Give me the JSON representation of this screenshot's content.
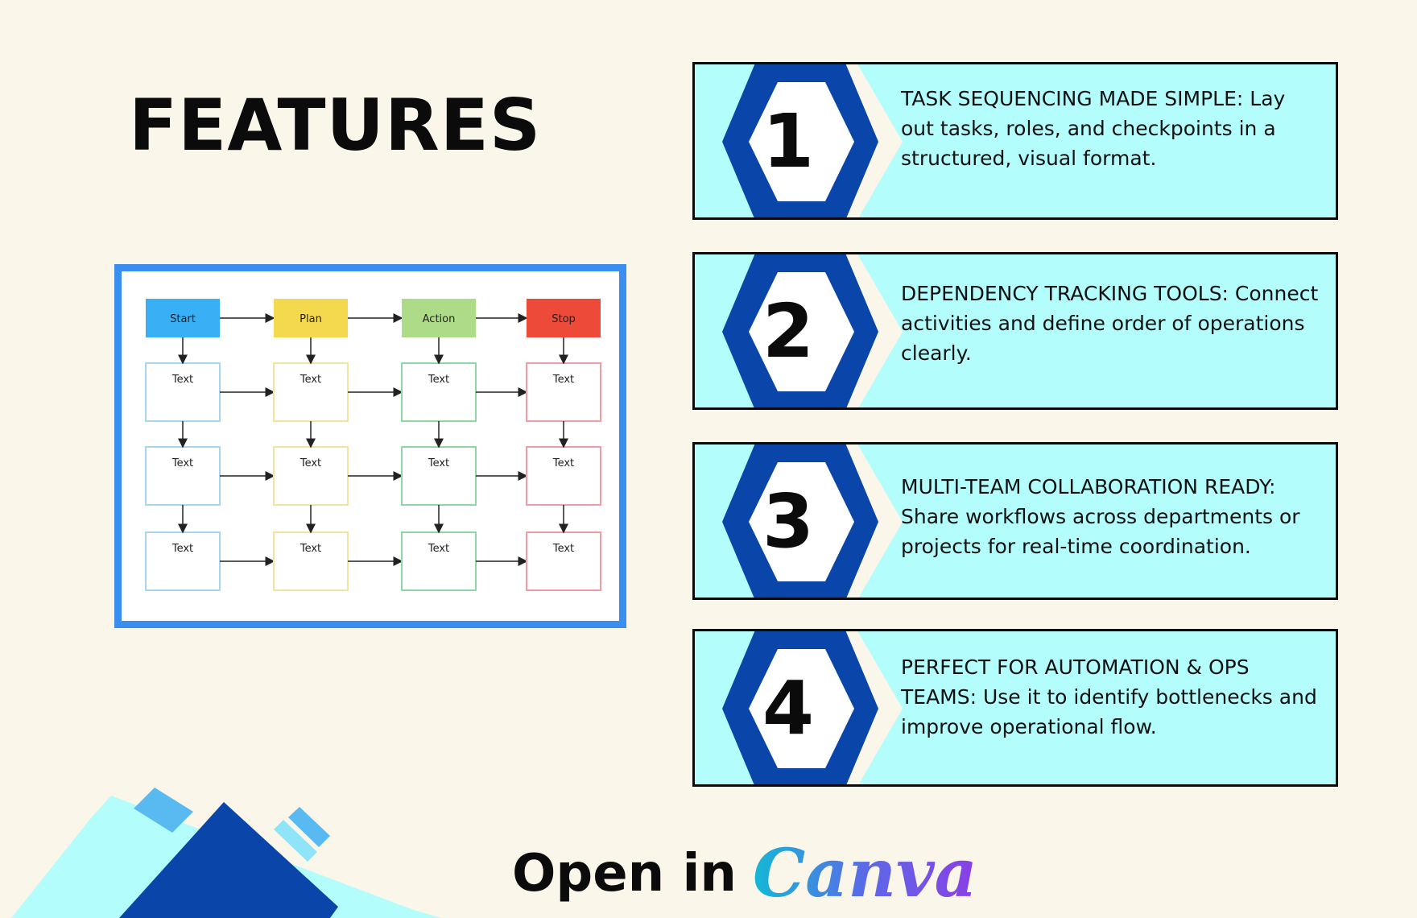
{
  "title": "FEATURES",
  "colors": {
    "background": "#fbf6ea",
    "feature_bg": "#b3fdfd",
    "hex_blue": "#0a46aa",
    "preview_border": "#3a8ef0"
  },
  "preview": {
    "stages": [
      {
        "label": "Start",
        "color": "#39b0f6",
        "outline": "#a8d4f4"
      },
      {
        "label": "Plan",
        "color": "#f4d84e",
        "outline": "#f3e3a0"
      },
      {
        "label": "Action",
        "color": "#aedb88",
        "outline": "#8fd6a4"
      },
      {
        "label": "Stop",
        "color": "#ee4a3a",
        "outline": "#f39aa4"
      }
    ],
    "cell_label": "Text",
    "rows": 3
  },
  "features": [
    {
      "number": "1",
      "text": "TASK SEQUENCING MADE SIMPLE:  Lay out tasks, roles, and checkpoints in a structured, visual format."
    },
    {
      "number": "2",
      "text": "DEPENDENCY TRACKING TOOLS: Connect activities and define order of operations clearly."
    },
    {
      "number": "3",
      "text": "MULTI-TEAM COLLABORATION READY: Share workflows across departments or projects for real-time coordination."
    },
    {
      "number": "4",
      "text": "PERFECT FOR AUTOMATION & OPS TEAMS: Use it to identify bottlenecks and improve operational flow."
    }
  ],
  "cta": {
    "text": "Open in",
    "logo_text": "Canva"
  }
}
